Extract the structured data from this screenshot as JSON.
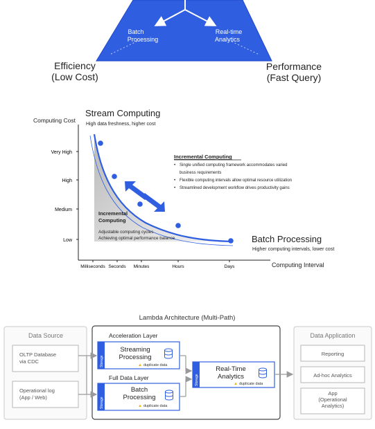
{
  "triangle": {
    "inner_left": [
      "Batch",
      "Processing"
    ],
    "inner_right": [
      "Real-time",
      "Analytics"
    ],
    "corner_left": [
      "Efficiency",
      "(Low Cost)"
    ],
    "corner_right": [
      "Performance",
      "(Fast Query)"
    ]
  },
  "curve_chart": {
    "y_axis_title": "Computing Cost",
    "x_axis_title": "Computing Interval",
    "y_ticks": [
      "Very High",
      "High",
      "Medium",
      "Low"
    ],
    "x_ticks": [
      "Milliseconds",
      "Seconds",
      "Minutes",
      "Hours",
      "Days"
    ],
    "stream": {
      "title": "Stream Computing",
      "subtitle": "High data freshness, higher cost"
    },
    "batch": {
      "title": "Batch Processing",
      "subtitle": "Higher computing intervals, lower cost"
    },
    "incremental_box": {
      "title": "Incremental Computing",
      "bullets": [
        "Single unified computing framework accommodates varied",
        "business requirements",
        "Flexible computing intervals allow optimal resource utilization",
        "Streamlined development workflow drives productivity gains"
      ]
    },
    "area_label": {
      "title": [
        "Incremental",
        "Computing"
      ],
      "lines": [
        "Adjustable computing cycles",
        "Achieving optimal performance balance"
      ]
    }
  },
  "lambda": {
    "title": "Lambda Architecture (Multi-Path)",
    "data_source": {
      "title": "Data Source",
      "items": [
        [
          "OLTP Database",
          "via CDC"
        ],
        [
          "Operational log",
          "(App / Web)"
        ]
      ]
    },
    "acceleration_layer": "Acceleration Layer",
    "full_data_layer": "Full Data Layer",
    "streaming": {
      "label": [
        "Streaming",
        "Processing"
      ],
      "tag": "Storage",
      "note": "duplicate data"
    },
    "batch": {
      "label": [
        "Batch",
        "Processing"
      ],
      "tag": "Storage",
      "note": "duplicate data"
    },
    "realtime": {
      "label": [
        "Real-Time",
        "Analytics"
      ],
      "tag": "Storage",
      "note": "duplicate data"
    },
    "data_application": {
      "title": "Data Application",
      "items": [
        [
          "Reporting"
        ],
        [
          "Ad-hoc Analytics"
        ],
        [
          "App",
          "(Operational",
          "Analytics)"
        ]
      ]
    }
  },
  "colors": {
    "blue": "#2f5fe0",
    "dark_blue": "#1f47c8",
    "gray_line": "#9a9a9a",
    "warn": "#f0b400"
  }
}
